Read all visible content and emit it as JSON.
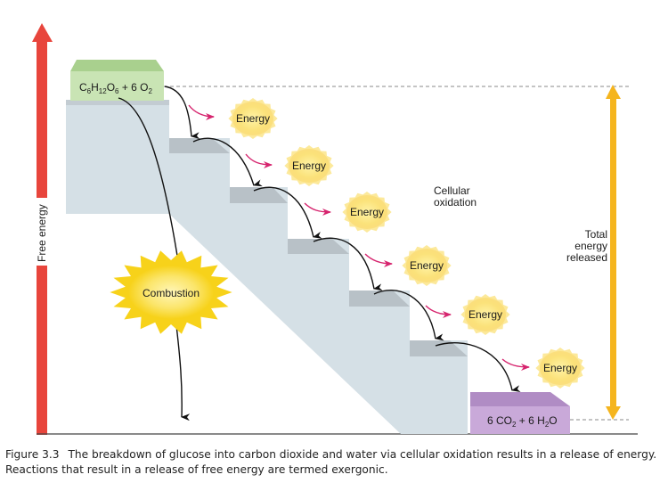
{
  "diagram": {
    "axis_label": "Free energy",
    "reactant_label": {
      "parts": [
        [
          "C",
          "6"
        ],
        [
          "H",
          "12"
        ],
        [
          "O",
          "6"
        ],
        [
          " + 6 O",
          "2"
        ]
      ]
    },
    "product_label": {
      "parts": [
        [
          "6 CO",
          "2"
        ],
        [
          " + 6 H",
          "2"
        ],
        [
          "O",
          ""
        ]
      ]
    },
    "combustion_label": "Combustion",
    "pathway_label_line1": "Cellular",
    "pathway_label_line2": "oxidation",
    "total_label_line1": "Total",
    "total_label_line2": "energy",
    "total_label_line3": "released",
    "energy_bursts": [
      "Energy",
      "Energy",
      "Energy",
      "Energy",
      "Energy",
      "Energy"
    ],
    "colors": {
      "axis_arrow": "#e8453c",
      "total_arrow": "#f5b51e",
      "stair": "#d5e0e6",
      "stair_tread": "#b8c1c7",
      "reactant_block": "#c9e4b4",
      "reactant_top": "#a9d08e",
      "product_block": "#c9a9d9",
      "product_top": "#b08cc4",
      "energy_arrow": "#d6246e",
      "sun": "#f7d21a"
    }
  },
  "caption": {
    "figure_number": "Figure 3.3",
    "text_line1": "The breakdown of glucose into carbon dioxide and water via cellular oxidation results in a release of energy.",
    "text_line2": "Reactions that result in a release of free energy are termed exergonic."
  }
}
